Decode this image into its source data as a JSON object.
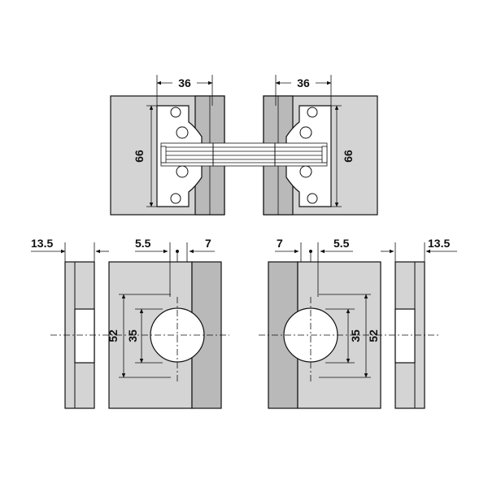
{
  "top_view": {
    "left_width": "36",
    "right_width": "36",
    "left_height": "66",
    "right_height": "66"
  },
  "left_detail": {
    "edge_distance": "13.5",
    "cup_offset": "5.5",
    "edge_gap": "7",
    "outer_span": "52",
    "cup_span": "35"
  },
  "right_detail": {
    "edge_distance": "13.5",
    "cup_offset": "5.5",
    "edge_gap": "7",
    "outer_span": "52",
    "cup_span": "35"
  }
}
